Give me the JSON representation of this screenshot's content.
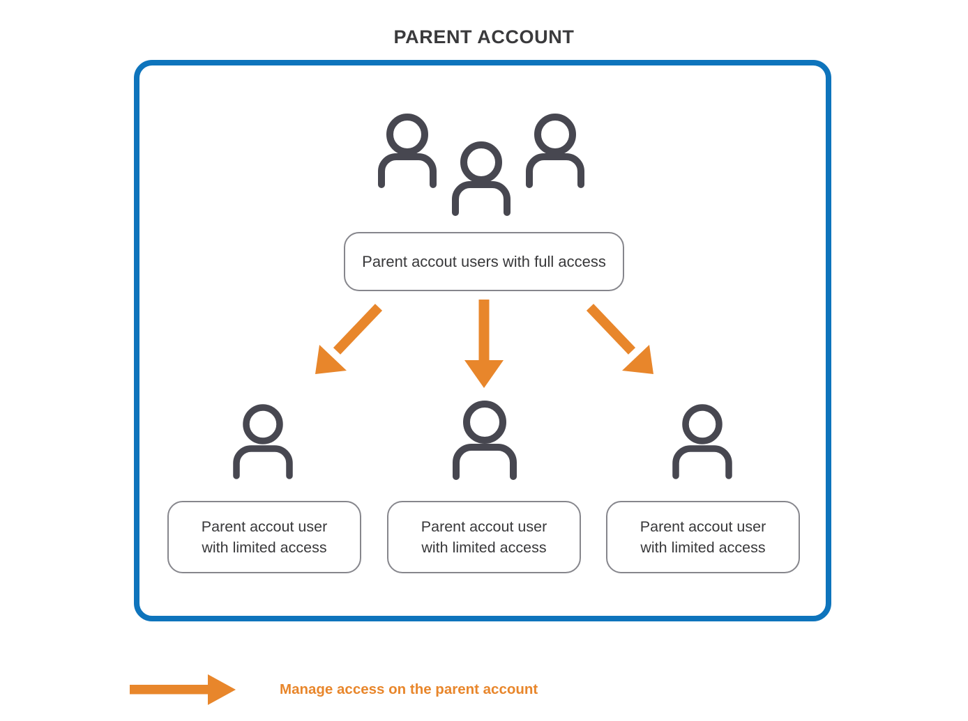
{
  "title": "PARENT ACCOUNT",
  "colors": {
    "container_border": "#0e74bc",
    "box_border": "#86868c",
    "arrow": "#e8862b",
    "icon": "#474750",
    "title_text": "#3a3a3c",
    "box_text": "#38383a",
    "legend_text": "#e8862b"
  },
  "top_group": {
    "icon_name": "three-users-icon",
    "label": "Parent accout users with full access"
  },
  "arrows": [
    {
      "name": "arrow-to-child-left",
      "direction": "down-left"
    },
    {
      "name": "arrow-to-child-center",
      "direction": "down"
    },
    {
      "name": "arrow-to-child-right",
      "direction": "down-right"
    }
  ],
  "children": [
    {
      "icon_name": "user-icon",
      "line1": "Parent accout user",
      "line2": "with limited access"
    },
    {
      "icon_name": "user-icon",
      "line1": "Parent accout user",
      "line2": "with limited access"
    },
    {
      "icon_name": "user-icon",
      "line1": "Parent accout user",
      "line2": "with limited access"
    }
  ],
  "legend": {
    "icon_name": "right-arrow-icon",
    "text": "Manage access on the parent account"
  }
}
